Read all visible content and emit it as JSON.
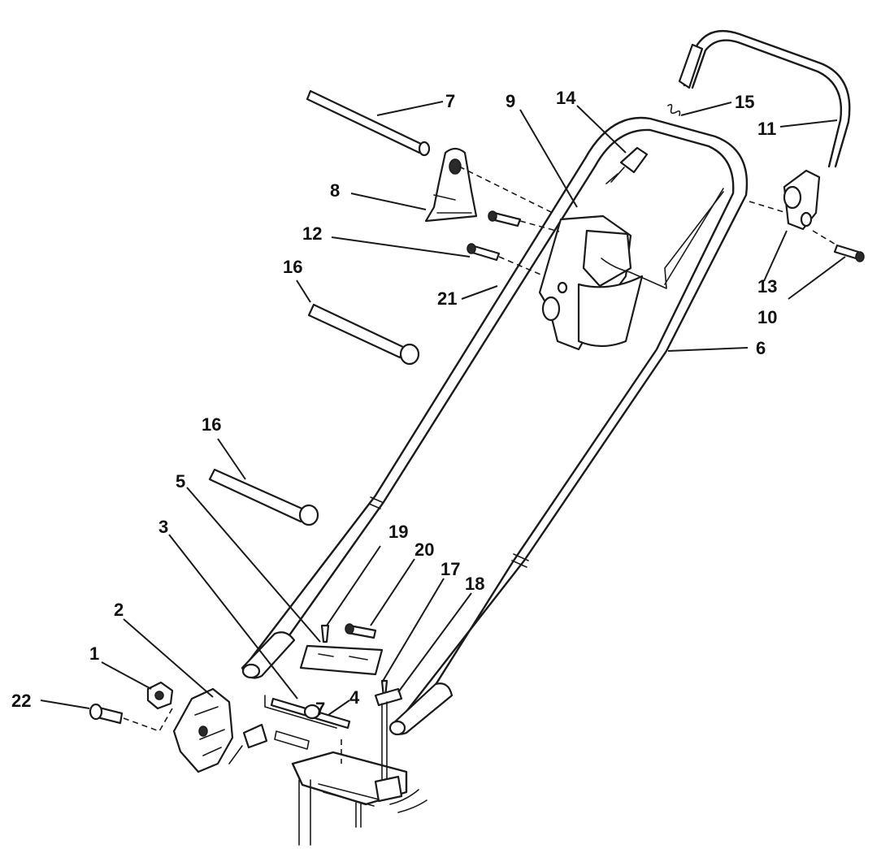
{
  "diagram": {
    "callouts": [
      {
        "id": "c1",
        "label": "1"
      },
      {
        "id": "c2",
        "label": "2"
      },
      {
        "id": "c3",
        "label": "3"
      },
      {
        "id": "c4",
        "label": "4"
      },
      {
        "id": "c5",
        "label": "5"
      },
      {
        "id": "c6",
        "label": "6"
      },
      {
        "id": "c7a",
        "label": "7"
      },
      {
        "id": "c7b",
        "label": "7"
      },
      {
        "id": "c8",
        "label": "8"
      },
      {
        "id": "c9",
        "label": "9"
      },
      {
        "id": "c10",
        "label": "10"
      },
      {
        "id": "c11",
        "label": "11"
      },
      {
        "id": "c12",
        "label": "12"
      },
      {
        "id": "c13",
        "label": "13"
      },
      {
        "id": "c14",
        "label": "14"
      },
      {
        "id": "c15",
        "label": "15"
      },
      {
        "id": "c16a",
        "label": "16"
      },
      {
        "id": "c16b",
        "label": "16"
      },
      {
        "id": "c17",
        "label": "17"
      },
      {
        "id": "c18",
        "label": "18"
      },
      {
        "id": "c19",
        "label": "19"
      },
      {
        "id": "c20",
        "label": "20"
      },
      {
        "id": "c21",
        "label": "21"
      },
      {
        "id": "c22",
        "label": "22"
      }
    ]
  }
}
